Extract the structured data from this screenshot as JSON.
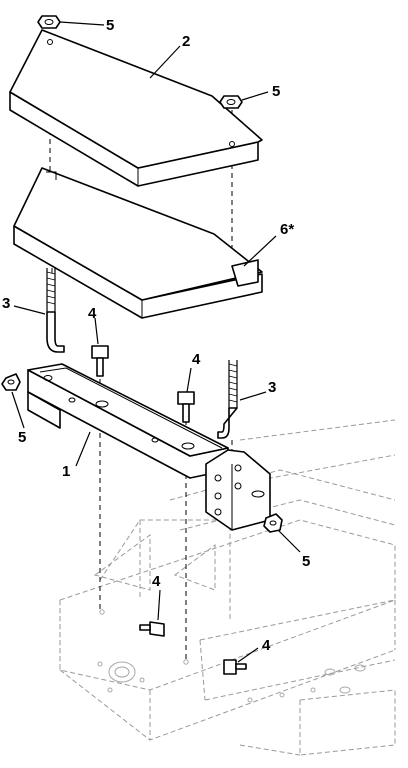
{
  "callouts": {
    "weight_top": "2",
    "weight_lower": "6*",
    "bracket": "1",
    "j_bolt_left": "3",
    "j_bolt_right": "3",
    "bolt_bracket_left": "4",
    "bolt_bracket_right": "4",
    "bolt_frame_left": "4",
    "bolt_frame_right": "4",
    "nut_top_left": "5",
    "nut_top_right": "5",
    "nut_bracket_left": "5",
    "nut_bracket_right": "5"
  }
}
